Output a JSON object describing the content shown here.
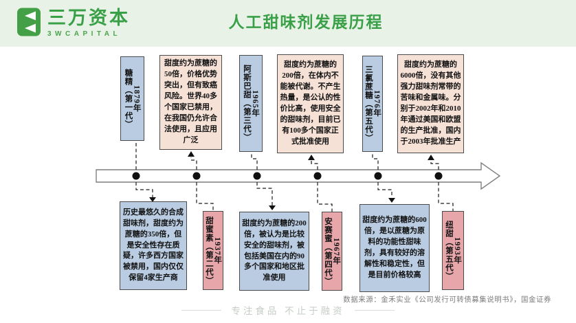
{
  "header": {
    "logo": {
      "name_cn": "三万资本",
      "name_en": "3WCAPITAL"
    },
    "title": "人工甜味剂发展历程"
  },
  "timeline": {
    "items": [
      {
        "key": "saccharin",
        "name": "糖精（第一代）",
        "year": "1879年",
        "name_box_side": "top",
        "description": "历史最悠久的合成甜味剂，甜度约为蔗糖的350倍，但是安全性存在质疑，许多西方国家被禁用，国内仅仅保留4家生产商"
      },
      {
        "key": "cyclamate",
        "name": "甜蜜素（第二代）",
        "year": "1937年",
        "name_box_side": "bottom",
        "description": "甜度约为蔗糖的50倍，价格优势突出，但有致癌风险。世界40多个国家已禁用，在我国仍允许合法使用，且应用广泛"
      },
      {
        "key": "aspartame",
        "name": "阿斯巴甜（第三代）",
        "year": "1965年",
        "name_box_side": "top",
        "description": "甜度约为蔗糖的200倍，被认为是比较安全的甜味剂，被包括美国在内的90多个国家和地区批准使用"
      },
      {
        "key": "acesulfame",
        "name": "安赛蜜（第四代）",
        "year": "1967年",
        "name_box_side": "bottom",
        "description": "甜度约为蔗糖的200倍，在体内不能被代谢。不产生热量，是公认的性价比高，使用安全的甜味剂，目前已有100多个国家正式批准使用"
      },
      {
        "key": "sucralose",
        "name": "三氯蔗糖（第五代）",
        "year": "1976年",
        "name_box_side": "top",
        "description": "甜度约为蔗糖的600倍，是以蔗糖为原料的功能性甜味剂，具有较好的溶解性和稳定性，但是目前价格较高"
      },
      {
        "key": "neotame",
        "name": "纽甜（第五代）",
        "year": "1993年",
        "name_box_side": "bottom",
        "description": "甜度约为蔗糖的6000倍，没有其他强力甜味剂常带的苦味和金属味。分别于2002年和2010年通过美国和欧盟的生产批准，国内于2003年批准生产"
      }
    ]
  },
  "footer": {
    "source": "数据来源：金禾实业《公司发行可转债募集说明书》，国金证券",
    "tagline": "专注食品 不止于融资"
  },
  "colors": {
    "accent_green": "#3aa048",
    "banner_green": "#e9f2e7",
    "box_blue": "#b9cce2",
    "box_pink_light": "#f6e1d7",
    "box_pink_dark": "#e7a6aa",
    "timeline_border": "#7f7f7f",
    "dot_color": "#111111"
  }
}
